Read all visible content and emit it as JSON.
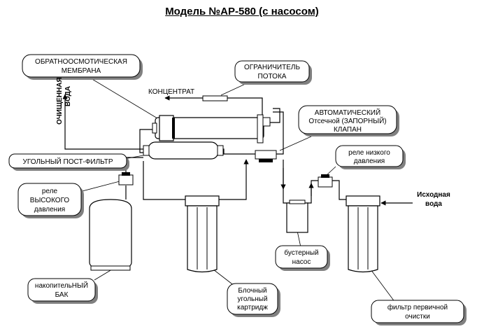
{
  "title": "Модель №АР-580 (с насосом)",
  "labels": {
    "membrane": [
      "ОБРАТНООСМОТИЧЕСКАЯ",
      "МЕМБРАНА"
    ],
    "flow_limiter": [
      "ОГРАНИЧИТЕЛЬ",
      "ПОТОКА"
    ],
    "concentrate": "КОНЦЕНТРАТ",
    "purified_water": [
      "ОЧИЩЕННАЯ",
      "ВОДА"
    ],
    "shutoff_valve": [
      "АВТОМАТИЧЕСКИЙ",
      "Отсечной (ЗАПОРНЫЙ)",
      "КЛАПАН"
    ],
    "carbon_post_filter": "УГОЛЬНЫЙ ПОСТ-ФИЛЬТР",
    "low_pressure_switch": [
      "реле низкого",
      "давления"
    ],
    "high_pressure_switch": [
      "реле",
      "ВЫСОКОГО",
      "давления"
    ],
    "source_water": [
      "Исходная",
      "вода"
    ],
    "booster_pump": [
      "бустерный",
      "насос"
    ],
    "storage_tank": [
      "накопительНЫЙ",
      "БАК"
    ],
    "block_carbon_cartridge": [
      "Блочный",
      "угольный",
      "картридж"
    ],
    "prefilter": [
      "фильтр первичной",
      "очистки"
    ]
  },
  "colors": {
    "line": "#000000",
    "box_fill": "#ffffff",
    "shadow": "#808080"
  }
}
